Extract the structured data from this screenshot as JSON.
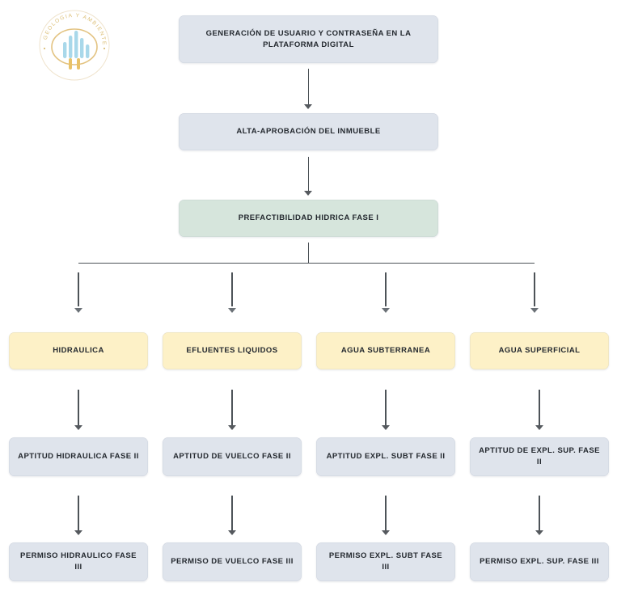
{
  "logo": {
    "name": "geologia-y-ambiente-logo",
    "ring_text": "GEOLOGIA Y AMBIENTE",
    "colors": {
      "ring": "#d8b25a",
      "bars": "#9fd4e8",
      "stem": "#e8c066"
    }
  },
  "diagram": {
    "type": "flowchart",
    "title": "",
    "colors": {
      "gray_box": "#dfe4ec",
      "green_box": "#d6e5dc",
      "yellow_box": "#fdf1c7",
      "connector": "#4d5358",
      "text": "#24292f",
      "background": "#ffffff"
    },
    "stages": [
      {
        "id": "stage-1",
        "style": "gray",
        "label": "GENERACIÓN DE USUARIO Y CONTRASEÑA EN LA PLATAFORMA DIGITAL"
      },
      {
        "id": "stage-2",
        "style": "gray",
        "label": "ALTA-APROBACIÓN DEL INMUEBLE"
      },
      {
        "id": "stage-3",
        "style": "green",
        "label": "PREFACTIBILIDAD HIDRICA FASE I"
      }
    ],
    "columns": [
      {
        "id": "column-hidraulica",
        "category": "HIDRAULICA",
        "fase_ii": "APTITUD HIDRAULICA FASE II",
        "fase_iii": "PERMISO HIDRAULICO FASE III"
      },
      {
        "id": "column-efluentes-liquidos",
        "category": "EFLUENTES LIQUIDOS",
        "fase_ii": "APTITUD DE VUELCO FASE II",
        "fase_iii": "PERMISO DE VUELCO FASE III"
      },
      {
        "id": "column-agua-subterranea",
        "category": "AGUA SUBTERRANEA",
        "fase_ii": "APTITUD EXPL. SUBT FASE II",
        "fase_iii": "PERMISO EXPL. SUBT FASE III"
      },
      {
        "id": "column-agua-superficial",
        "category": "AGUA SUPERFICIAL",
        "fase_ii": "APTITUD DE EXPL. SUP. FASE II",
        "fase_iii": "PERMISO EXPL. SUP. FASE III"
      }
    ]
  }
}
